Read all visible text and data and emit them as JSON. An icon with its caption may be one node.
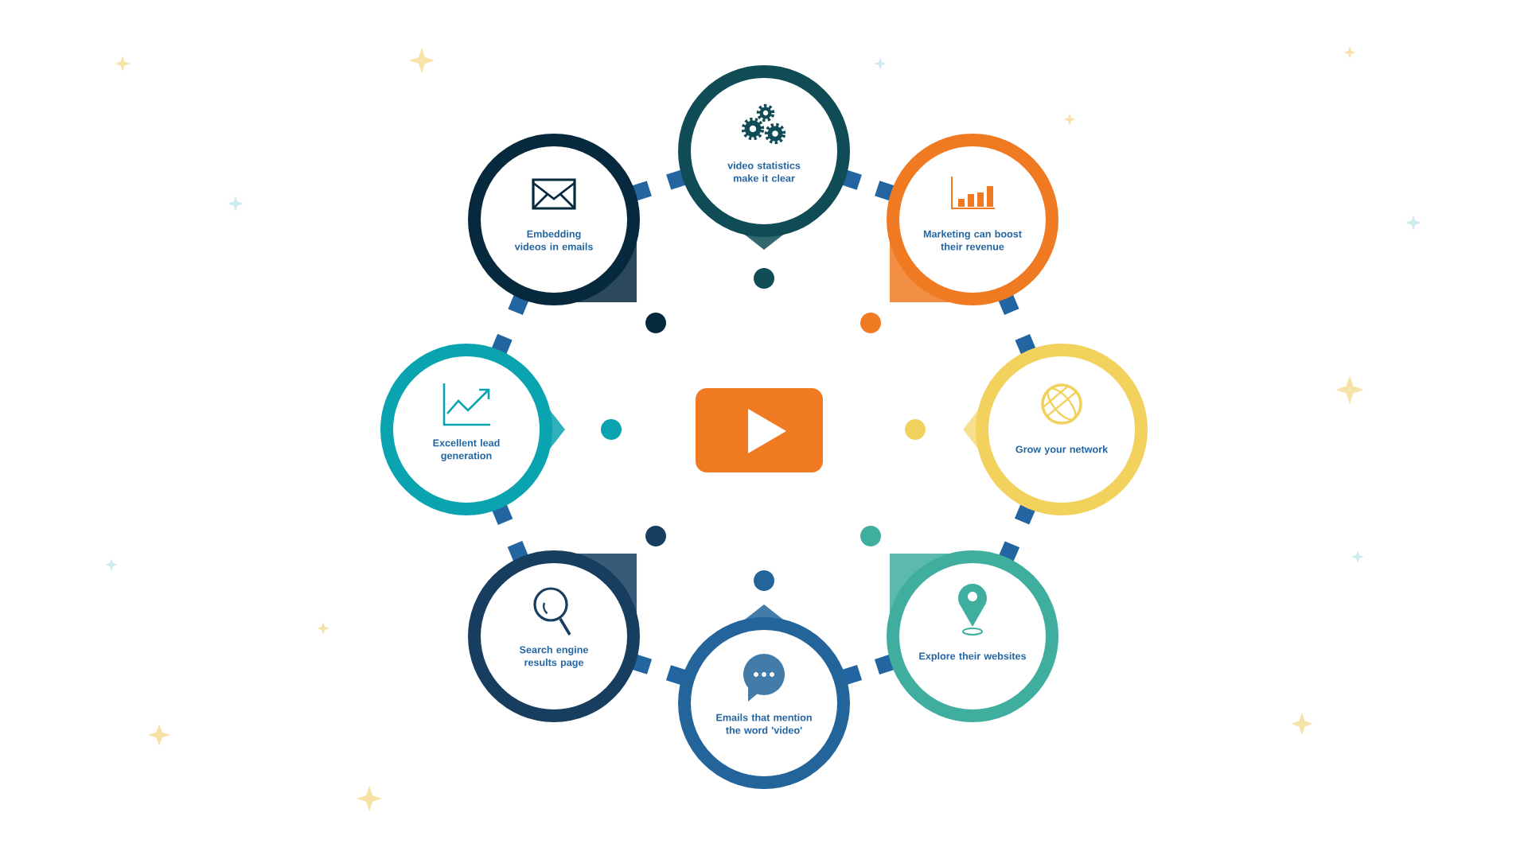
{
  "diagram": {
    "nodes": [
      {
        "text": [
          "Embedding videos in emails"
        ]
      },
      {
        "text": [
          "video statistics make it clear"
        ]
      },
      {
        "text": [
          "Marketing can boost their revenue"
        ]
      },
      {
        "text": [
          "Excellent lead generation"
        ]
      },
      {
        "text": [
          "Grow your network"
        ]
      },
      {
        "text": [
          "Search engine results page"
        ]
      },
      {
        "text": [
          "Emails that mention the word 'video'"
        ]
      },
      {
        "text": [
          "Explore their websites"
        ]
      }
    ]
  }
}
